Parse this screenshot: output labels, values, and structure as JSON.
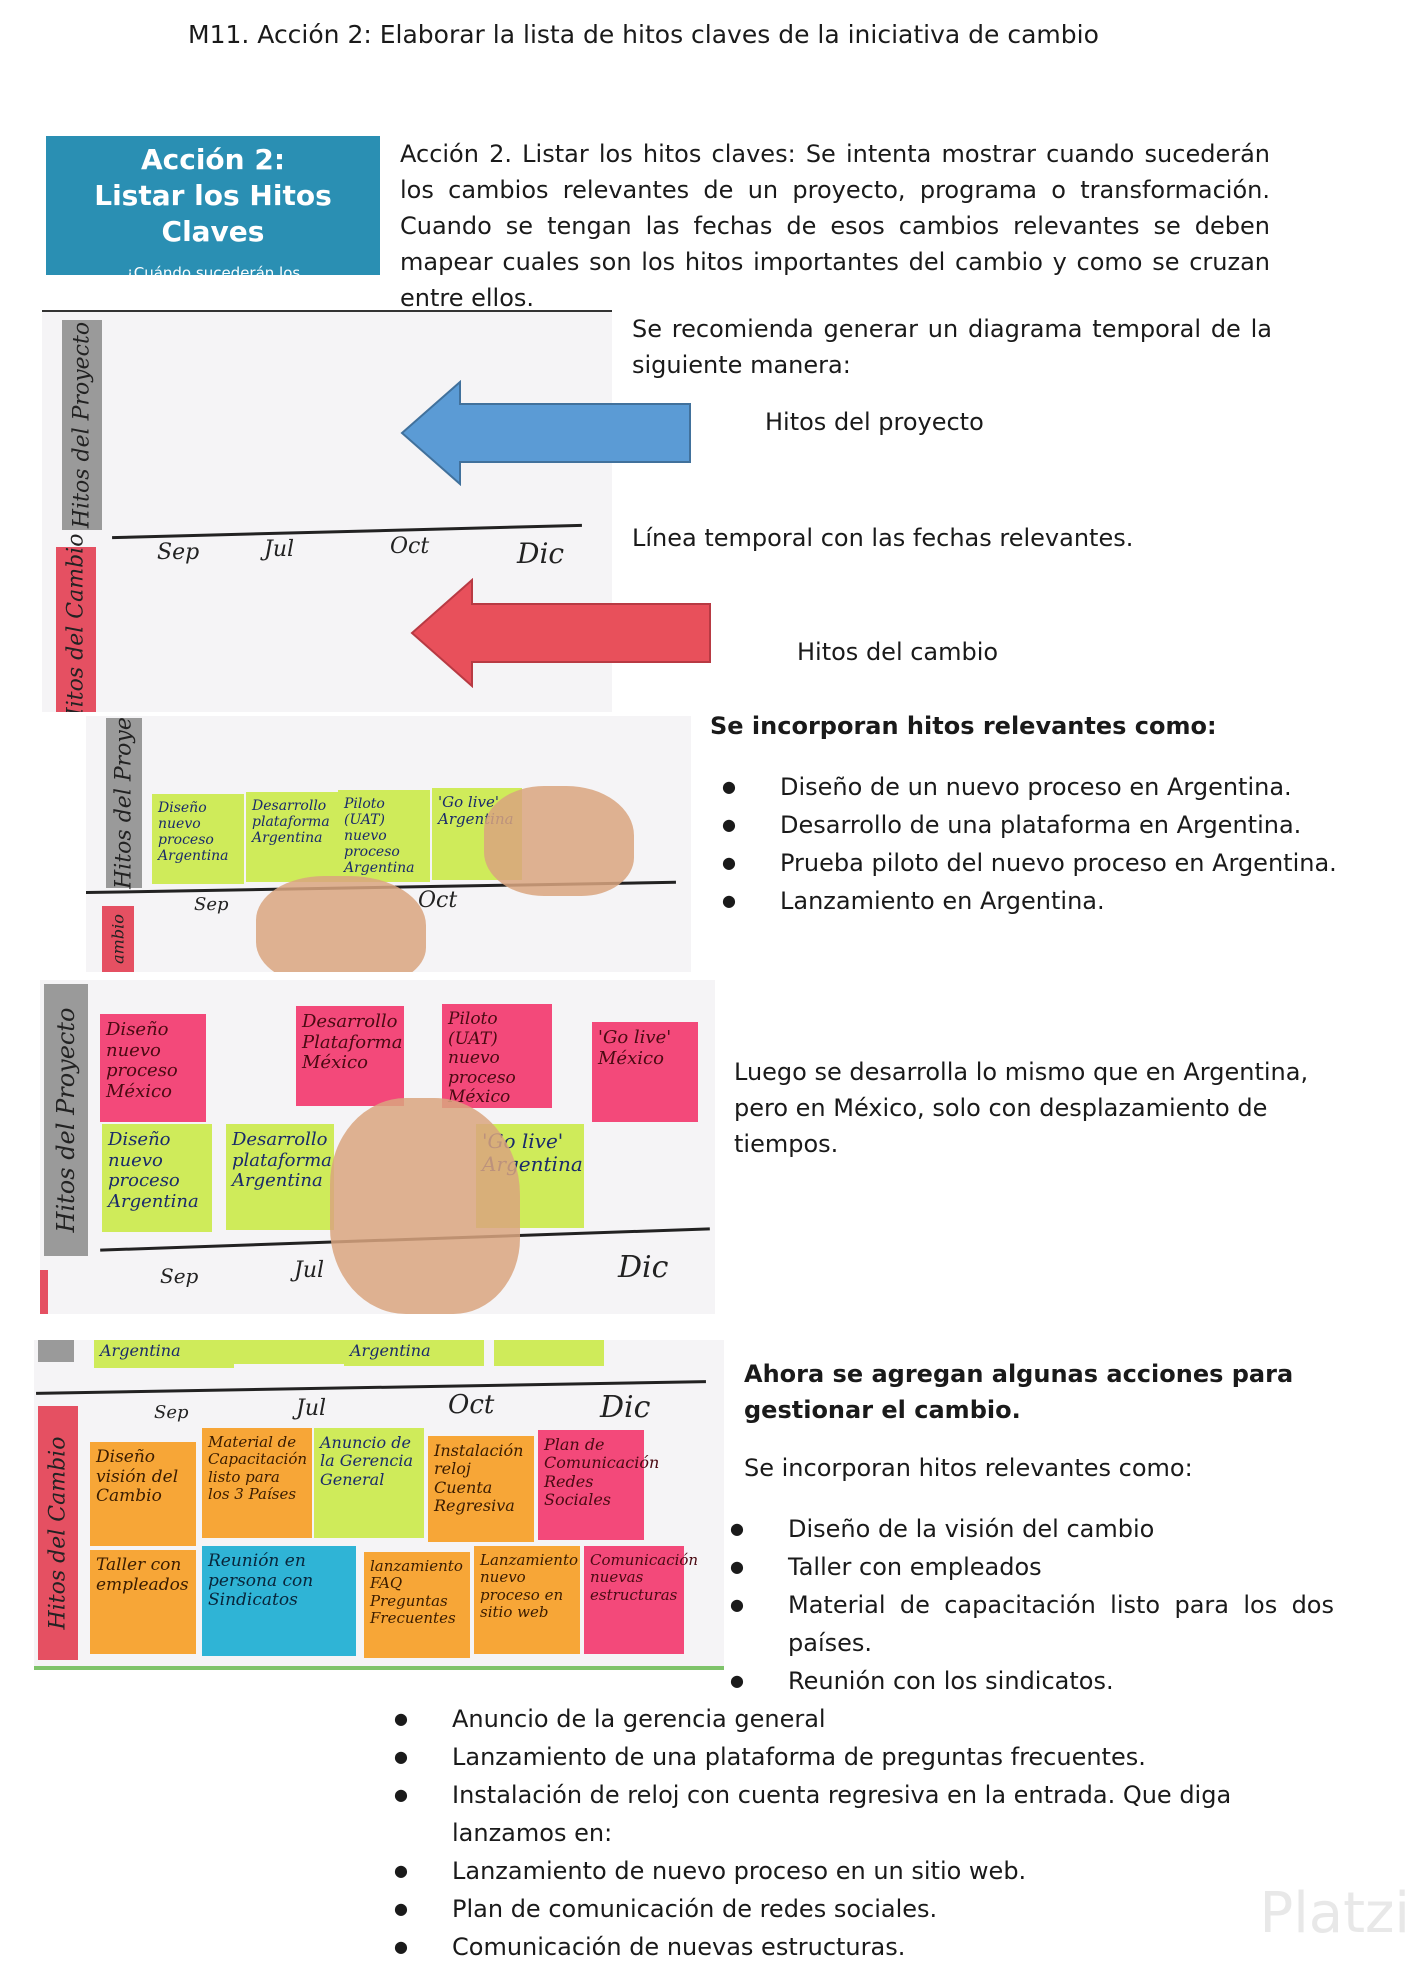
{
  "title": "M11. Acción 2: Elaborar la lista de hitos claves de la iniciativa de cambio",
  "banner": {
    "heading_line1": "Acción 2:",
    "heading_line2": "Listar los Hitos Claves",
    "subtitle": "¿Cuándo sucederán los cambios relevantes?",
    "color": "#2a8fb3"
  },
  "intro_paragraph": "Acción 2. Listar los hitos claves: Se intenta mostrar cuando sucederán los cambios relevantes de un proyecto, programa o transformación. Cuando se tengan las fechas de esos cambios relevantes se deben mapear cuales son los hitos importantes del cambio y como se cruzan entre ellos.",
  "diagram_section": {
    "recommendation": "Se recomienda generar un diagrama temporal de la siguiente manera:",
    "label_project": "Hitos del proyecto",
    "label_timeline": "Línea temporal con las fechas relevantes.",
    "label_change": "Hitos del cambio",
    "arrow_blue_color": "#5b9bd5",
    "arrow_red_color": "#e8505b",
    "photo": {
      "vertical_label_project": "Hitos del Proyecto",
      "vertical_label_change": "Hitos del Cambio",
      "ticks": [
        "Sep",
        "Jul",
        "Oct",
        "Dic"
      ]
    }
  },
  "argentina_section": {
    "heading": "Se incorporan hitos relevantes como:",
    "items": [
      "Diseño de un nuevo proceso en Argentina.",
      "Desarrollo de una plataforma en Argentina.",
      "Prueba piloto del nuevo proceso en Argentina.",
      "Lanzamiento en Argentina."
    ],
    "photo": {
      "vertical_label": "Hitos del Proye",
      "notes": [
        "Diseño nuevo proceso Argentina",
        "Desarrollo plataforma Argentina",
        "Piloto (UAT) nuevo proceso Argentina",
        "'Go live' Argentina"
      ],
      "ticks": [
        "Sep",
        "Oct"
      ],
      "bottom_label": "ambio"
    }
  },
  "mexico_section": {
    "text": "Luego se desarrolla lo mismo que en Argentina, pero en México, solo con desplazamiento de tiempos.",
    "photo": {
      "vertical_label": "Hitos del Proyecto",
      "notes_mexico": [
        "Diseño nuevo proceso México",
        "Desarrollo Plataforma México",
        "Piloto (UAT) nuevo proceso México",
        "'Go live' México"
      ],
      "notes_argentina": [
        "Diseño nuevo proceso Argentina",
        "Desarrollo plataforma Argentina",
        "'Go live' Argentina"
      ],
      "ticks": [
        "Sep",
        "Jul",
        "Dic"
      ]
    }
  },
  "change_section": {
    "heading": "Ahora se agregan algunas acciones para gestionar el cambio.",
    "subheading": "Se incorporan hitos relevantes como:",
    "items": [
      "Diseño de la visión del cambio",
      "Taller con empleados",
      "Material de capacitación listo para los dos países.",
      "Reunión con los sindicatos."
    ],
    "items_continued": [
      "Anuncio de la gerencia general",
      "Lanzamiento de una plataforma de preguntas frecuentes.",
      "Instalación de reloj con cuenta regresiva en la entrada. Que diga lanzamos en:",
      "Lanzamiento de nuevo proceso en un sitio web.",
      "Plan de comunicación de redes sociales.",
      "Comunicación de nuevas estructuras."
    ],
    "photo": {
      "vertical_label": "Hitos del Cambio",
      "top_notes": [
        "Argentina",
        "Argentina"
      ],
      "ticks": [
        "Sep",
        "Jul",
        "Oct",
        "Dic"
      ],
      "row1": [
        "Diseño visión del Cambio",
        "Material de Capacitación listo para los 3 Países",
        "Anuncio de la Gerencia General",
        "Instalación reloj Cuenta Regresiva",
        "Plan de Comunicación Redes Sociales"
      ],
      "row2": [
        "Taller con empleados",
        "Reunión en persona con Sindicatos",
        "lanzamiento FAQ Preguntas Frecuentes",
        "Lanzamiento nuevo proceso en sitio web",
        "Comunicación nuevas estructuras"
      ]
    }
  },
  "watermark": "Platzi"
}
